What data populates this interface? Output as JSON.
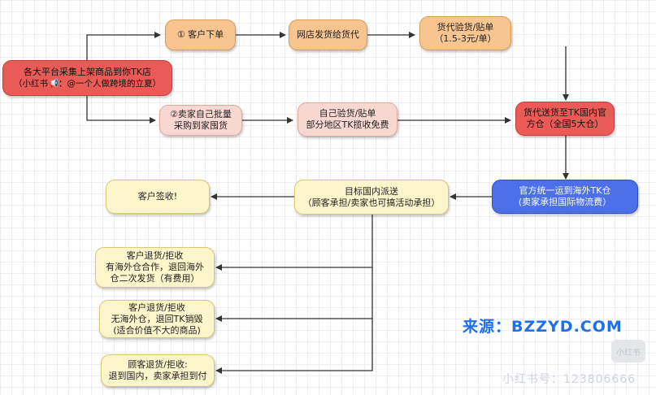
{
  "nodes": {
    "source": {
      "line1": "各大平台采集上架商品到你TK店",
      "line2": "（小红书📢：@一个人做跨境的立夏）"
    },
    "order": {
      "line1": "① 客户下单"
    },
    "shop_ship": {
      "line1": "网店发货给货代"
    },
    "forwarder_check": {
      "line1": "货代验货/贴单",
      "line2": "（1.5-3元/单）"
    },
    "bulk_buy": {
      "line1": "②卖家自己批量",
      "line2": "采购到家囤货"
    },
    "self_check": {
      "line1": "自己验货/贴单",
      "line2": "部分地区TK揽收免费"
    },
    "tk_warehouse": {
      "line1": "货代送货至TK国内官",
      "line2": "方仓（全国5大仓）"
    },
    "overseas": {
      "line1": "官方统一运到海外TK仓",
      "line2": "(卖家承担国际物流费）"
    },
    "delivery": {
      "line1": "目标国内派送",
      "line2": "（顾客承担/卖家也可搞活动承担）"
    },
    "signed": {
      "line1": "客户签收!"
    },
    "return1": {
      "line1": "客户退货/拒收",
      "line2": "有海外仓合作，退回海外",
      "line3": "仓二次发货（有费用）"
    },
    "return2": {
      "line1": "客户退货/拒收",
      "line2": "无海外仓，退回TK销毁",
      "line3": "(适合价值不大的商品)"
    },
    "return3": {
      "line1": "顾客退货/拒收:",
      "line2": "退到国内，卖家承担到付"
    }
  },
  "watermark": {
    "source_label": "来源：",
    "source_value": "BZZYD.COM",
    "handle": "小红书号：123806666",
    "logo": "小红书"
  },
  "colors": {
    "orange": "#f8c48f",
    "pink": "#f9d8d1",
    "red": "#ea5a57",
    "blue": "#4d6fe8",
    "cream": "#fdf5cc",
    "source_text": "#1e6fe8"
  }
}
